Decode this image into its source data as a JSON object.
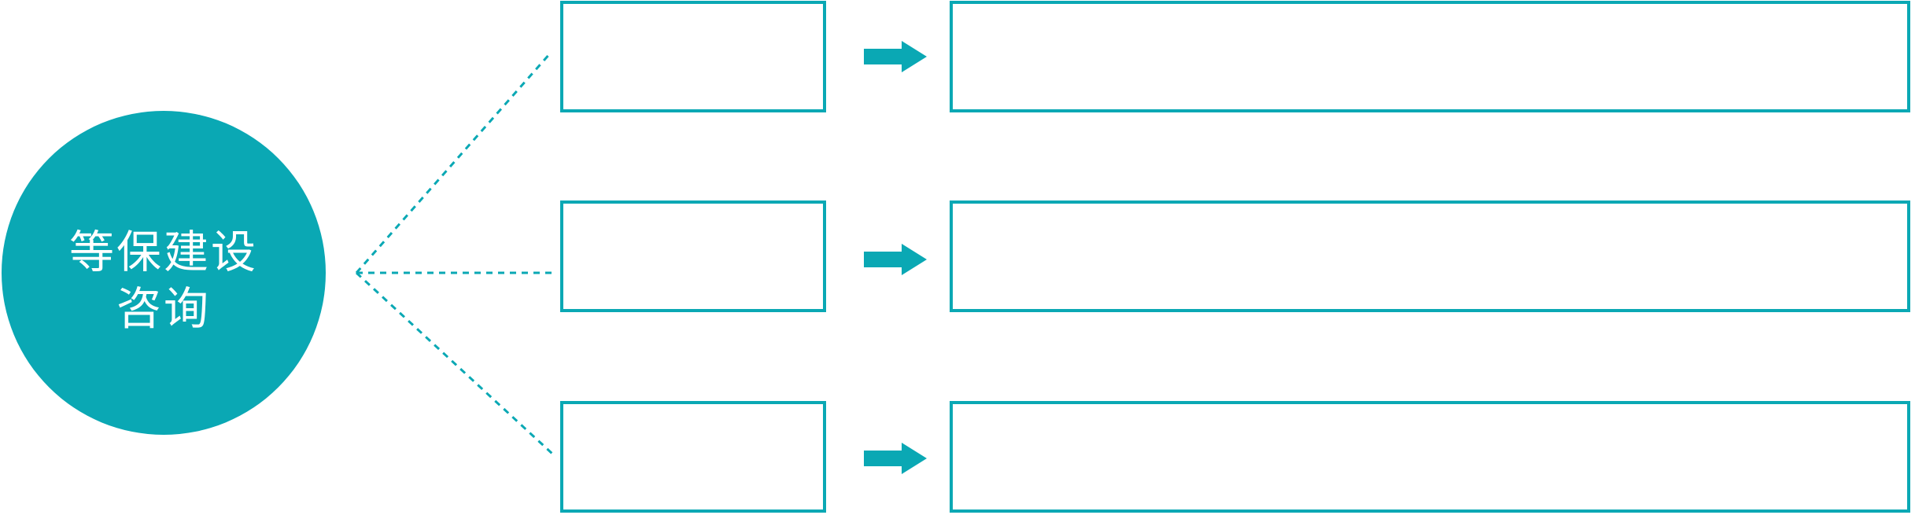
{
  "diagram": {
    "hub": {
      "label_line1": "等保建设",
      "label_line2": "咨询"
    },
    "branches": [
      {
        "small_box_label": "",
        "large_box_label": ""
      },
      {
        "small_box_label": "",
        "large_box_label": ""
      },
      {
        "small_box_label": "",
        "large_box_label": ""
      }
    ],
    "icons": {
      "branch_arrow": "arrow-right"
    },
    "colors": {
      "accent": "#0aa8b4",
      "text_on_accent": "#ffffff",
      "background": "#ffffff"
    }
  }
}
